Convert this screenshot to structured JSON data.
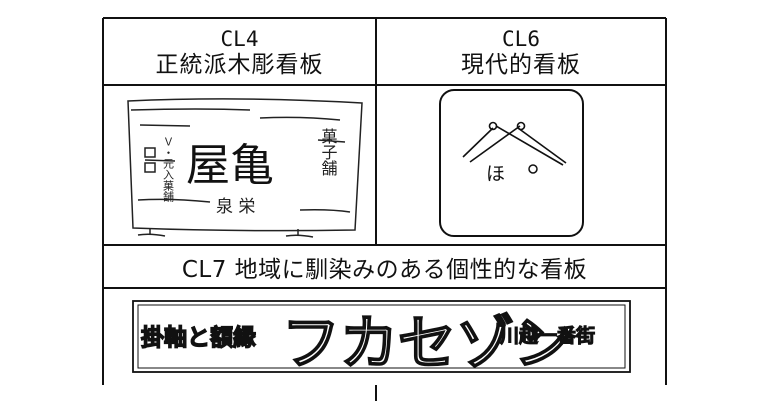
{
  "cells": [
    {
      "code": "CL4",
      "name": "正統派木彫看板"
    },
    {
      "code": "CL6",
      "name": "現代的看板"
    }
  ],
  "row": {
    "title": "CL7 地域に馴染みのある個性的な看板"
  },
  "signs": {
    "wood": {
      "main": "屋亀",
      "left_small": "Ｖ・元入菓舗",
      "left_mark": "口",
      "right_text": "菓子舗",
      "bottom": "泉 栄"
    },
    "modern": {
      "text": "ほ"
    },
    "shop": {
      "left": "掛軸と額縁",
      "main": "フカセゾン",
      "right": "川越一番街"
    }
  }
}
